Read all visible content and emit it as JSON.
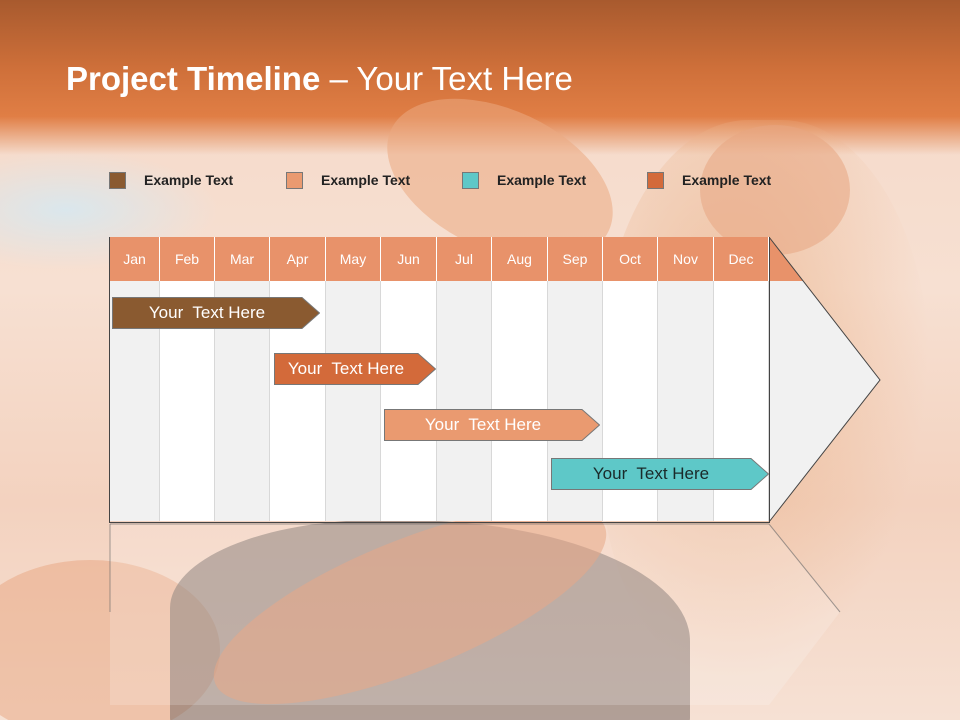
{
  "title": {
    "bold": "Project Timeline",
    "rest": " – Your Text Here"
  },
  "legend": [
    {
      "label": "Example Text",
      "color": "#8a5a30"
    },
    {
      "label": "Example Text",
      "color": "#ea9a70"
    },
    {
      "label": "Example Text",
      "color": "#5ec8c8"
    },
    {
      "label": "Example Text",
      "color": "#d36a3a"
    }
  ],
  "months": [
    "Jan",
    "Feb",
    "Mar",
    "Apr",
    "May",
    "Jun",
    "Jul",
    "Aug",
    "Sep",
    "Oct",
    "Nov",
    "Dec"
  ],
  "tasks": [
    {
      "label": "Your  Text Here",
      "start_month": "Jan",
      "end_month": "Apr",
      "color": "#8a5a30",
      "text_color": "#ffffff"
    },
    {
      "label": "Your  Text Here",
      "start_month": "Apr",
      "end_month": "Jun",
      "color": "#d36a3a",
      "text_color": "#ffffff"
    },
    {
      "label": "Your  Text Here",
      "start_month": "Jun",
      "end_month": "Sep",
      "color": "#ea9a70",
      "text_color": "#ffffff"
    },
    {
      "label": "Your  Text Here",
      "start_month": "Sep",
      "end_month": "Dec",
      "color": "#5ec8c8",
      "text_color": "#1a2a2a"
    }
  ],
  "colors": {
    "header": "#e8926a",
    "title_band": "#d9773f"
  }
}
